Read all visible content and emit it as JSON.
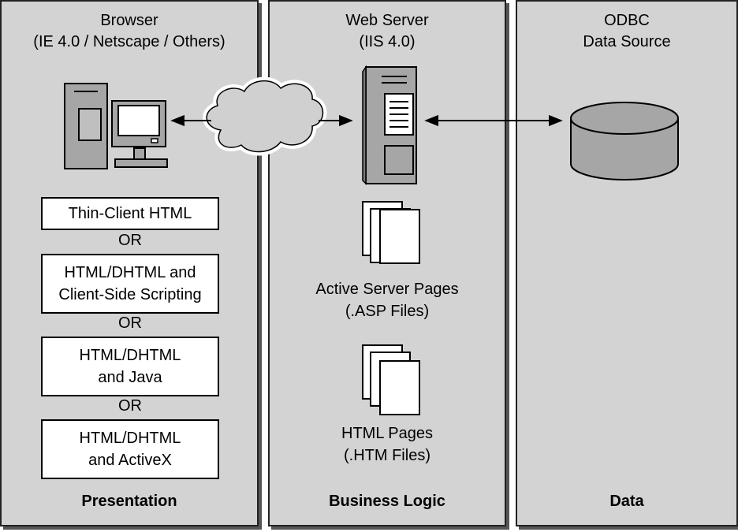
{
  "panels": {
    "presentation": {
      "header": [
        "Browser",
        "(IE 4.0 / Netscape / Others)"
      ],
      "footer": "Presentation",
      "options": [
        "Thin-Client HTML",
        "HTML/DHTML and\nClient-Side Scripting",
        "HTML/DHTML\nand Java",
        "HTML/DHTML\nand ActiveX"
      ],
      "separator": "OR"
    },
    "business": {
      "header": [
        "Web Server",
        "(IIS 4.0)"
      ],
      "footer": "Business Logic",
      "asp": [
        "Active Server Pages",
        "(.ASP Files)"
      ],
      "htm": [
        "HTML Pages",
        "(.HTM Files)"
      ]
    },
    "data": {
      "header": [
        "ODBC",
        "Data Source"
      ],
      "footer": "Data"
    }
  },
  "icons": [
    "desktop-computer-icon",
    "internet-cloud-icon",
    "server-tower-icon",
    "document-stack-icon",
    "database-cylinder-icon"
  ],
  "colors": {
    "panel": "#d3d3d3",
    "device": "#a6a6a6",
    "border": "#222222"
  }
}
